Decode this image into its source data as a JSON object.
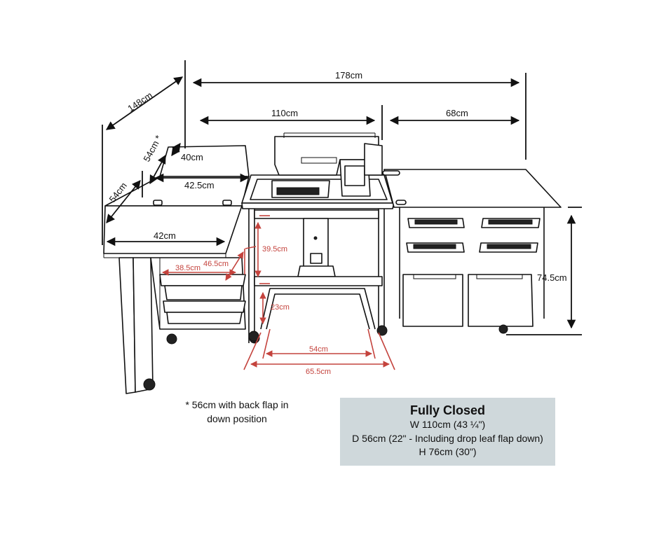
{
  "dimensions": {
    "total_width": "178cm",
    "depth_open": "148cm",
    "center_width": "110cm",
    "right_width": "68cm",
    "back_flap": "54cm *",
    "left_depth": "54cm",
    "back_strip": "40cm",
    "center_depth": "42.5cm",
    "left_leaf_width": "42cm",
    "height": "74.5cm",
    "shelf_height": "39.5cm",
    "drawer_depth": "46.5cm",
    "drawer_width": "38.5cm",
    "knee_height": "23cm",
    "inner_leg_width": "54cm",
    "outer_leg_width": "65.5cm"
  },
  "footnote": "* 56cm with back flap in down position",
  "closed_box": {
    "title": "Fully Closed",
    "width_line": "W 110cm (43 ¼\")",
    "depth_line": "D 56cm (22\" - Including drop leaf flap down)",
    "height_line": "H 76cm (30\")",
    "background": "#cfd8db"
  },
  "colors": {
    "black_dimension": "#111111",
    "red_dimension": "#c4433d"
  }
}
